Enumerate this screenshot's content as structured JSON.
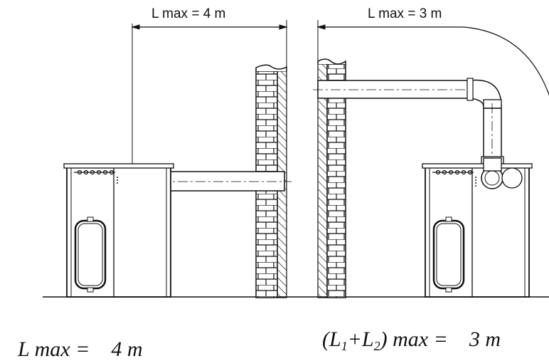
{
  "dimensions": {
    "left": "L max = 4 m",
    "right": "L max = 3 m"
  },
  "formulas": {
    "left": "L max =    4 m",
    "right": {
      "open": "(L",
      "sub1": "1",
      "plus": "+L",
      "sub2": "2",
      "rest": ") max =    3 m"
    }
  },
  "colors": {
    "line": "#111111",
    "background": "#ffffff"
  }
}
